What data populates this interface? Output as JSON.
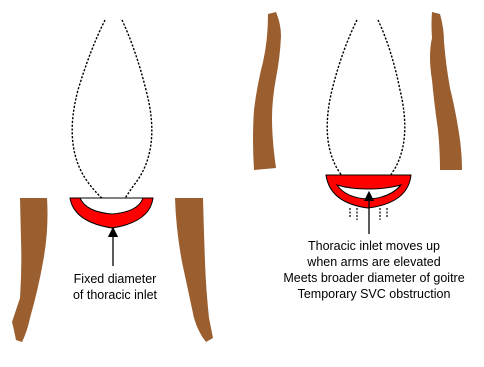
{
  "colors": {
    "skin": "#9b5e2f",
    "inlet": "#ff0000",
    "outline": "#000000",
    "background": "#ffffff"
  },
  "left_panel": {
    "label_lines": [
      "Fixed diameter",
      "of thoracic inlet"
    ]
  },
  "right_panel": {
    "label_lines": [
      "Thoracic inlet moves up",
      "when arms are elevated",
      "Meets broader diameter of goitre",
      "Temporary SVC obstruction"
    ]
  }
}
